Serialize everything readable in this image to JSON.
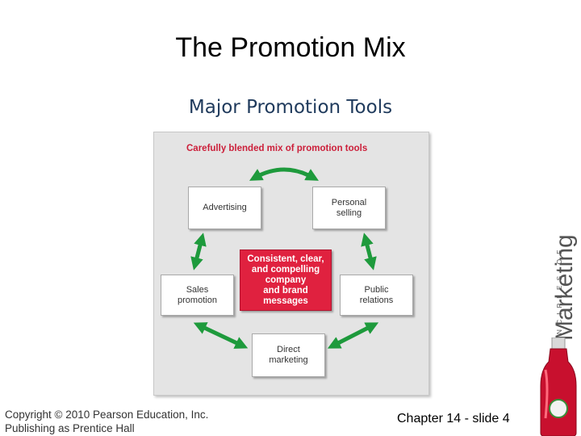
{
  "title": "The Promotion Mix",
  "subtitle": "Major Promotion Tools",
  "diagram": {
    "header": "Carefully blended mix of promotion tools",
    "center": "Consistent, clear,\nand compelling\ncompany\nand brand\nmessages",
    "tools": {
      "advertising": "Advertising",
      "personal_selling": "Personal\nselling",
      "sales_promotion": "Sales\npromotion",
      "public_relations": "Public\nrelations",
      "direct_marketing": "Direct\nmarketing"
    },
    "colors": {
      "accent": "#cc1f3a",
      "center_fill": "#e0213f",
      "arrow": "#1e9a3c"
    }
  },
  "footer": {
    "copyright": "Copyright © 2010 Pearson Education, Inc.\nPublishing as Prentice Hall",
    "slide": "Chapter 14 - slide 4"
  },
  "side_brand": {
    "small": "PRINCIPLES OF",
    "big": "Marketing"
  }
}
